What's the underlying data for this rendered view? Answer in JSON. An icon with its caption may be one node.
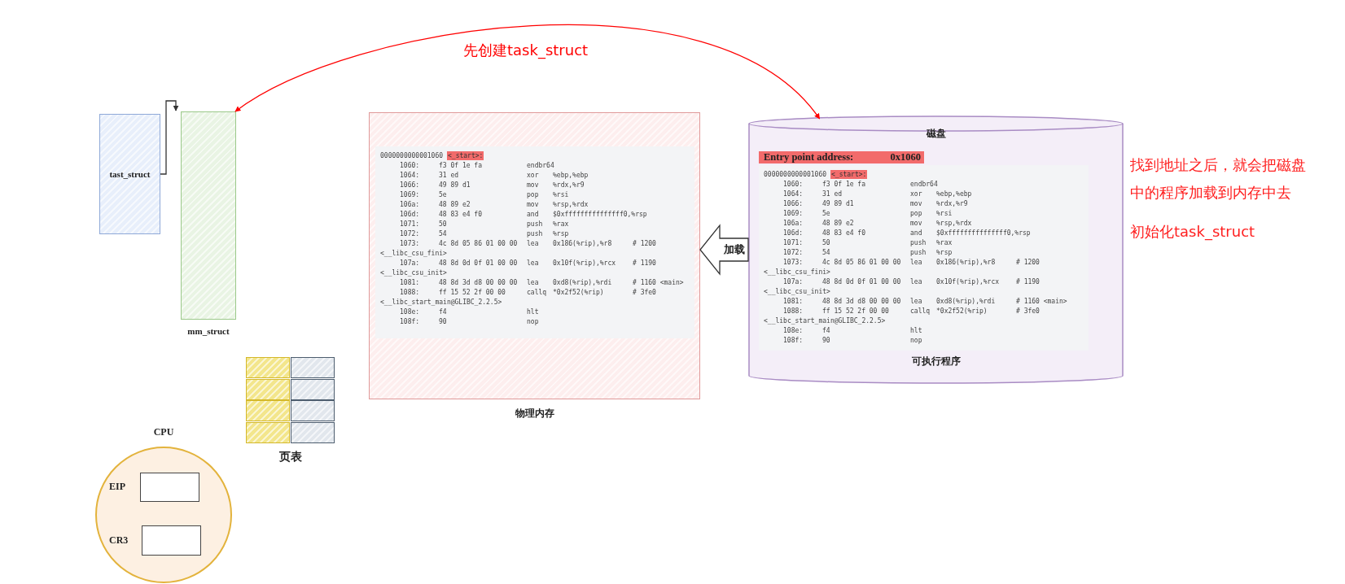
{
  "diagram": {
    "nodes": [
      {
        "text": [
          "tast_struct"
        ]
      },
      {
        "text": [
          "mm_struct"
        ]
      },
      {
        "text": [
          "页表"
        ]
      },
      {
        "text": [],
        "shape": "box",
        "in": 2
      },
      {
        "text": [],
        "shape": "box",
        "in": 2
      },
      {
        "text": [],
        "shape": "box",
        "in": 2
      },
      {
        "text": [],
        "shape": "box",
        "in": 2
      },
      {
        "text": [],
        "shape": "box",
        "in": 2
      },
      {
        "text": [],
        "shape": "box",
        "in": 2
      },
      {
        "text": [],
        "shape": "box",
        "in": 2
      },
      {
        "text": [],
        "shape": "box",
        "in": 2
      },
      {
        "text": [
          "CPU"
        ]
      },
      {
        "text": [
          "EIP"
        ],
        "in": 11
      },
      {
        "text": [
          "CR3"
        ],
        "in": 11
      },
      {
        "text": [
          "物理内存"
        ]
      },
      {
        "text": [
          "0000000000001060",
          "<_start>:",
          "1060:",
          "f3 0f 1e fa",
          "endbr64",
          "1064:",
          "31 ed",
          "xor",
          "%ebp,%ebp",
          "1066:",
          "49 89 d1",
          "mov",
          "%rdx,%r9",
          "1069:",
          "5e",
          "pop",
          "%rsi",
          "106a:",
          "48 89 e2",
          "mov",
          "%rsp,%rdx",
          "106d:",
          "48 83 e4 f0",
          "and",
          "$0xfffffffffffffff0,%rsp",
          "1071:",
          "50",
          "push",
          "%rax",
          "1072:",
          "54",
          "push",
          "%rsp",
          "1073:",
          "4c 8d 05 86 01 00 00",
          "lea",
          "0x186(%rip),%r8",
          "# 1200",
          "<__libc_csu_fini>",
          "107a:",
          "48 8d 0d 0f 01 00 00",
          "lea",
          "0x10f(%rip),%rcx",
          "# 1190",
          "<__libc_csu_init>",
          "1081:",
          "48 8d 3d d8 00 00 00",
          "lea",
          "0xd8(%rip),%rdi",
          "# 1160 <main>",
          "1088:",
          "ff 15 52 2f 00 00",
          "callq",
          "*0x2f52(%rip)",
          "# 3fe0",
          "<__libc_start_main@GLIBC_2.2.5>",
          "108e:",
          "f4",
          "hlt",
          "108f:",
          "90",
          "nop"
        ],
        "in": 14
      },
      {
        "text": [
          "磁盘",
          "可执行程序"
        ]
      },
      {
        "text": [
          "Entry point address:",
          "0x1060"
        ],
        "in": 16
      },
      {
        "text": [
          "0000000000001060",
          "<_start>:",
          "1060:",
          "f3 0f 1e fa",
          "endbr64",
          "1064:",
          "31 ed",
          "xor",
          "%ebp,%ebp",
          "1066:",
          "49 89 d1",
          "mov",
          "%rdx,%r9",
          "1069:",
          "5e",
          "pop",
          "%rsi",
          "106a:",
          "48 89 e2",
          "mov",
          "%rsp,%rdx",
          "106d:",
          "48 83 e4 f0",
          "and",
          "$0xfffffffffffffff0,%rsp",
          "1071:",
          "50",
          "push",
          "%rax",
          "1072:",
          "54",
          "push",
          "%rsp",
          "1073:",
          "4c 8d 05 86 01 00 00",
          "lea",
          "0x186(%rip),%r8",
          "# 1200",
          "<__libc_csu_fini>",
          "107a:",
          "48 8d 0d 0f 01 00 00",
          "lea",
          "0x10f(%rip),%rcx",
          "# 1190",
          "<__libc_csu_init>",
          "1081:",
          "48 8d 3d d8 00 00 00",
          "lea",
          "0xd8(%rip),%rdi",
          "# 1160 <main>",
          "1088:",
          "ff 15 52 2f 00 00",
          "callq",
          "*0x2f52(%rip)",
          "# 3fe0",
          "<__libc_start_main@GLIBC_2.2.5>",
          "108e:",
          "f4",
          "hlt",
          "108f:",
          "90",
          "nop"
        ],
        "in": 16
      }
    ],
    "edges": [
      {
        "from": 0,
        "to": 1,
        "arrow": "to"
      },
      {
        "from": 1,
        "to": 16,
        "arrow": "both",
        "label": "先创建task_struct",
        "color": "#ff0000"
      },
      {
        "from": 16,
        "to": 14,
        "arrow": "to",
        "label": "加载"
      }
    ],
    "labels": [
      "找到地址之后，就会把磁盘中的程序加载到内存中去",
      "初始化task_struct"
    ]
  }
}
